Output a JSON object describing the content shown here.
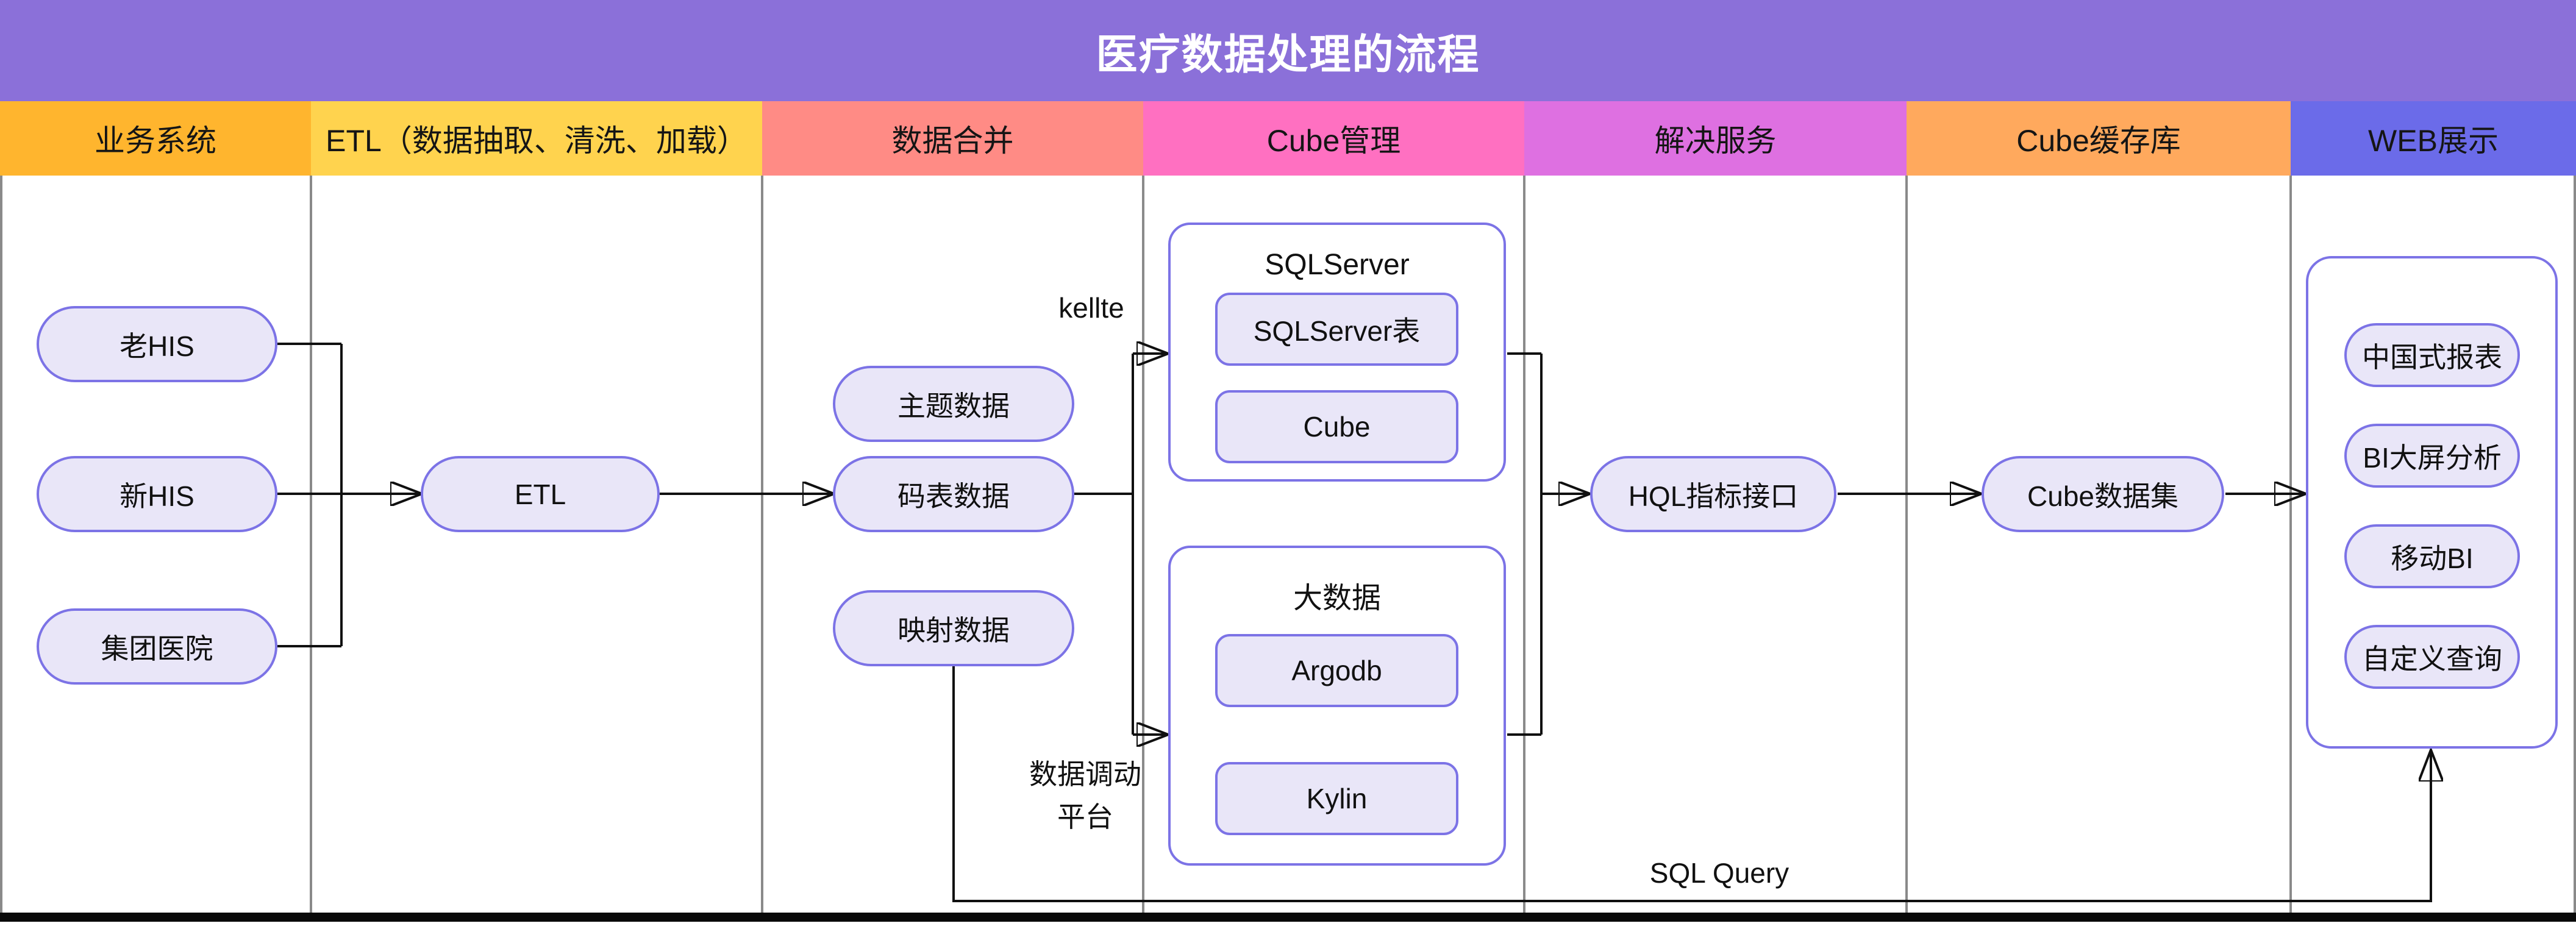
{
  "title": "医疗数据处理的流程",
  "theme": {
    "title_bg": "#8b70d9",
    "title_text": "#ffffff",
    "node_fill": "#e9e6f8",
    "node_border": "#7c73e6",
    "line_color": "#101010",
    "divider_color": "#8a8a8a"
  },
  "lanes": [
    {
      "label": "业务系统",
      "color": "#ffb52e"
    },
    {
      "label": "ETL（数据抽取、清洗、加载）",
      "color": "#ffd34e"
    },
    {
      "label": "数据合并",
      "color": "#ff8b85"
    },
    {
      "label": "Cube管理",
      "color": "#ff70c1"
    },
    {
      "label": "解决服务",
      "color": "#de70e1"
    },
    {
      "label": "Cube缓存库",
      "color": "#ffa95d"
    },
    {
      "label": "WEB展示",
      "color": "#6b6be9"
    }
  ],
  "nodes": {
    "old_his": "老HIS",
    "new_his": "新HIS",
    "group_hospital": "集团医院",
    "etl": "ETL",
    "subject_data": "主题数据",
    "code_table_data": "码表数据",
    "mapping_data": "映射数据",
    "sqlserver_group": "SQLServer",
    "sqlserver_table": "SQLServer表",
    "cube": "Cube",
    "bigdata_group": "大数据",
    "argodb": "Argodb",
    "kylin": "Kylin",
    "hql_api": "HQL指标接口",
    "cube_dataset": "Cube数据集",
    "cn_report": "中国式报表",
    "bi_screen": "BI大屏分析",
    "mobile_bi": "移动BI",
    "custom_query": "自定义查询"
  },
  "edge_labels": {
    "kettle": "kellte",
    "dispatch_line1": "数据调动",
    "dispatch_line2": "平台",
    "sql_query": "SQL Query"
  }
}
